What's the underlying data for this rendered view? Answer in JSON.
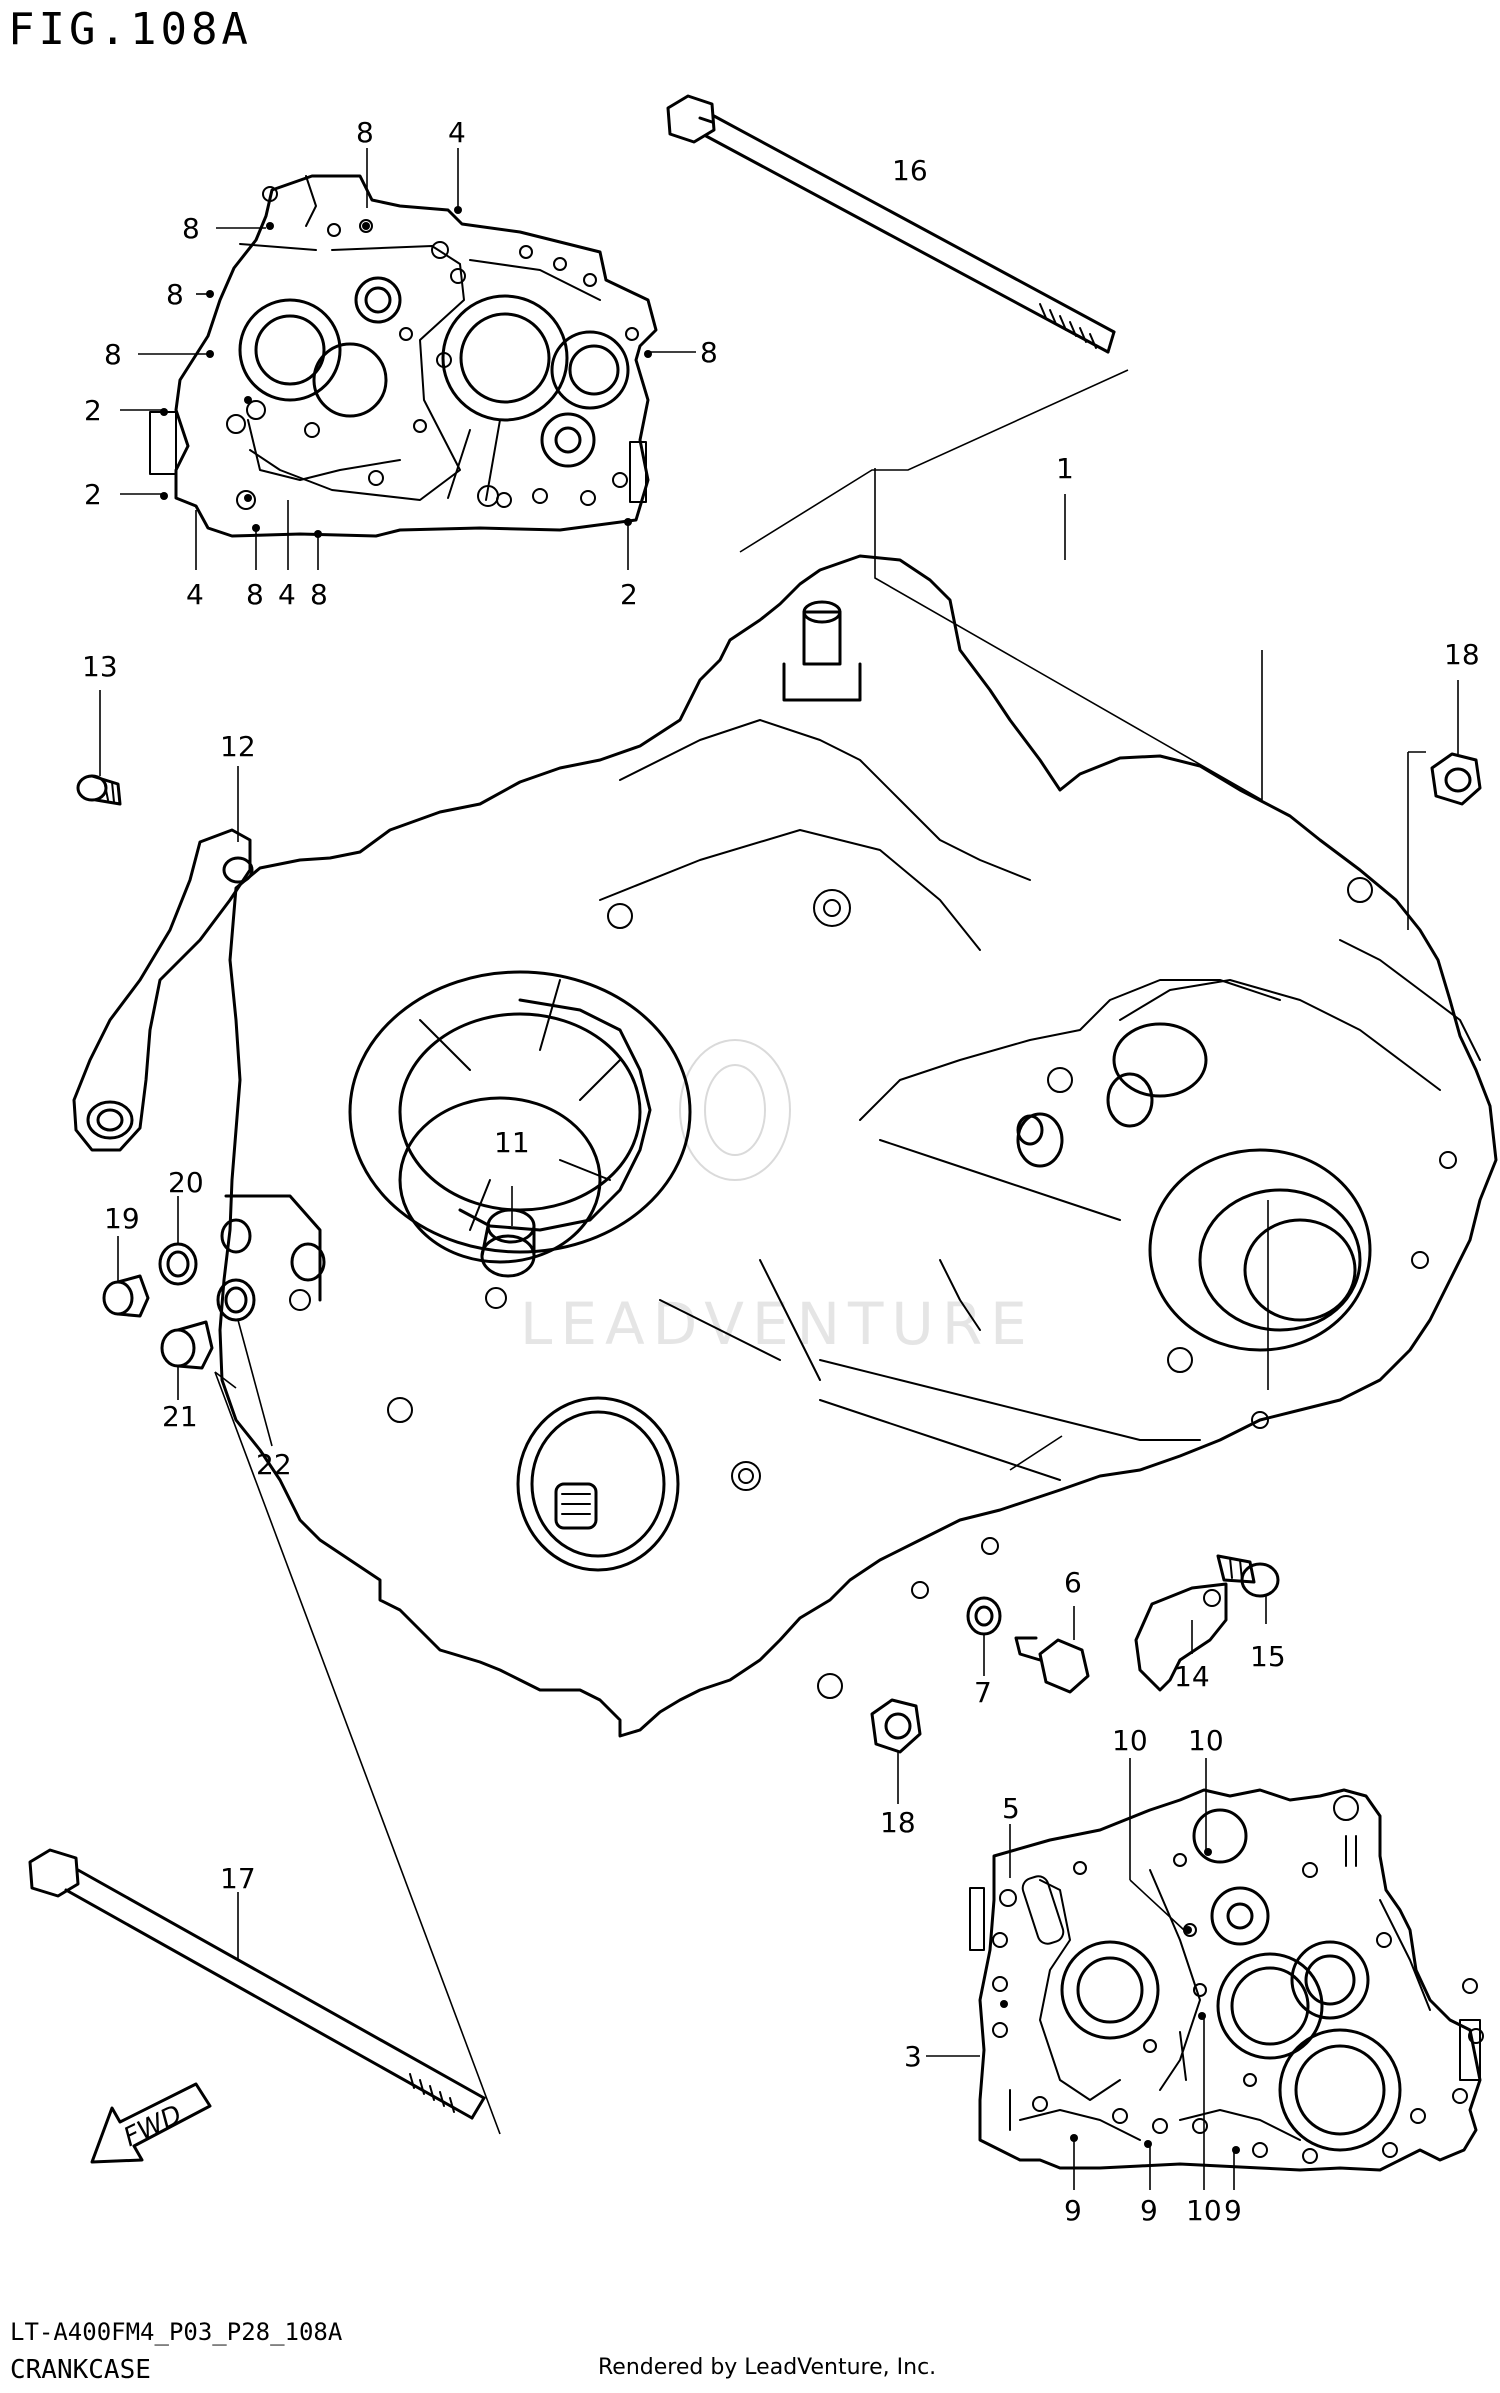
{
  "figure": {
    "title": "FIG.108A",
    "ref_code": "LT-A400FM4_P03_P28_108A",
    "caption": "CRANKCASE",
    "credit": "Rendered by LeadVenture, Inc.",
    "watermark": "LEADVENTURE",
    "fwd_label": "FWD"
  },
  "callouts": [
    {
      "id": "c1",
      "text": "1"
    },
    {
      "id": "c2a",
      "text": "2"
    },
    {
      "id": "c2b",
      "text": "2"
    },
    {
      "id": "c2c",
      "text": "2"
    },
    {
      "id": "c3",
      "text": "3"
    },
    {
      "id": "c4a",
      "text": "4"
    },
    {
      "id": "c4b",
      "text": "4"
    },
    {
      "id": "c4c",
      "text": "4"
    },
    {
      "id": "c5",
      "text": "5"
    },
    {
      "id": "c6",
      "text": "6"
    },
    {
      "id": "c7",
      "text": "7"
    },
    {
      "id": "c8a",
      "text": "8"
    },
    {
      "id": "c8b",
      "text": "8"
    },
    {
      "id": "c8c",
      "text": "8"
    },
    {
      "id": "c8d",
      "text": "8"
    },
    {
      "id": "c8e",
      "text": "8"
    },
    {
      "id": "c8f",
      "text": "8"
    },
    {
      "id": "c8g",
      "text": "8"
    },
    {
      "id": "c9a",
      "text": "9"
    },
    {
      "id": "c9b",
      "text": "9"
    },
    {
      "id": "c9c",
      "text": "9"
    },
    {
      "id": "c10a",
      "text": "10"
    },
    {
      "id": "c10b",
      "text": "10"
    },
    {
      "id": "c10c",
      "text": "10"
    },
    {
      "id": "c11",
      "text": "11"
    },
    {
      "id": "c12",
      "text": "12"
    },
    {
      "id": "c13",
      "text": "13"
    },
    {
      "id": "c14",
      "text": "14"
    },
    {
      "id": "c15",
      "text": "15"
    },
    {
      "id": "c16",
      "text": "16"
    },
    {
      "id": "c17",
      "text": "17"
    },
    {
      "id": "c18a",
      "text": "18"
    },
    {
      "id": "c18b",
      "text": "18"
    },
    {
      "id": "c19",
      "text": "19"
    },
    {
      "id": "c20",
      "text": "20"
    },
    {
      "id": "c21",
      "text": "21"
    },
    {
      "id": "c22",
      "text": "22"
    }
  ]
}
